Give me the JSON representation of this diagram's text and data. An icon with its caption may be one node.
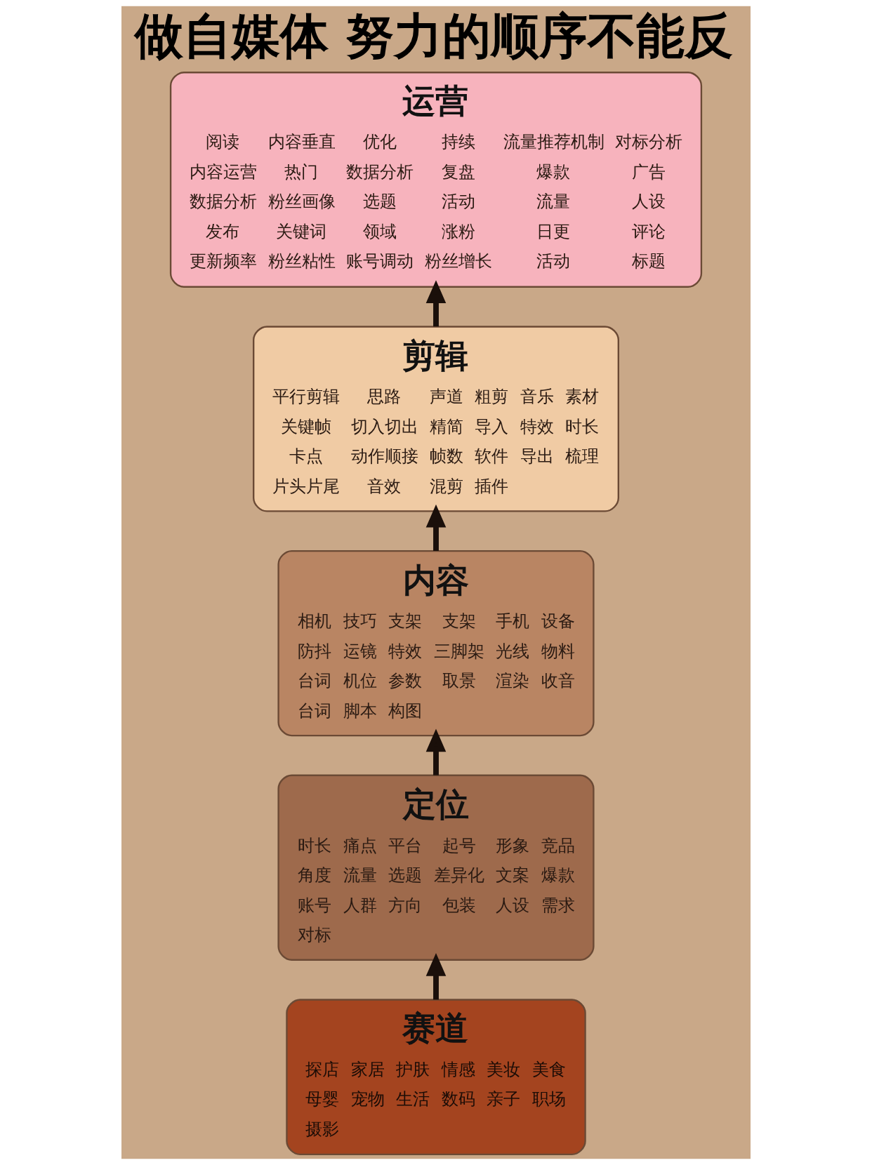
{
  "diagram": {
    "title": "做自媒体 努力的顺序不能反",
    "nodes": [
      {
        "text": [
          "运营",
          "阅读",
          "内容垂直",
          "优化",
          "持续",
          "流量推荐机制",
          "对标分析",
          "内容运营",
          "热门",
          "数据分析",
          "复盘",
          "爆款",
          "广告",
          "数据分析",
          "粉丝画像",
          "选题",
          "活动",
          "流量",
          "人设",
          "发布",
          "关键词",
          "领域",
          "涨粉",
          "日更",
          "评论",
          "更新频率",
          "粉丝粘性",
          "账号调动",
          "粉丝增长",
          "活动",
          "标题"
        ]
      },
      {
        "text": [
          "剪辑",
          "平行剪辑",
          "思路",
          "声道",
          "粗剪",
          "音乐",
          "素材",
          "关键帧",
          "切入切出",
          "精简",
          "导入",
          "特效",
          "时长",
          "卡点",
          "动作顺接",
          "帧数",
          "软件",
          "导出",
          "梳理",
          "片头片尾",
          "音效",
          "混剪",
          "插件"
        ]
      },
      {
        "text": [
          "内容",
          "相机",
          "技巧",
          "支架",
          "支架",
          "手机",
          "设备",
          "防抖",
          "运镜",
          "特效",
          "三脚架",
          "光线",
          "物料",
          "台词",
          "机位",
          "参数",
          "取景",
          "渲染",
          "收音",
          "台词",
          "脚本",
          "构图"
        ]
      },
      {
        "text": [
          "定位",
          "时长",
          "痛点",
          "平台",
          "起号",
          "形象",
          "竞品",
          "角度",
          "流量",
          "选题",
          "差异化",
          "文案",
          "爆款",
          "账号",
          "人群",
          "方向",
          "包装",
          "人设",
          "需求",
          "对标"
        ]
      },
      {
        "text": [
          "赛道",
          "探店",
          "家居",
          "护肤",
          "情感",
          "美妆",
          "美食",
          "母婴",
          "宠物",
          "生活",
          "数码",
          "亲子",
          "职场",
          "摄影"
        ]
      }
    ],
    "edges": [
      {
        "from": 4,
        "to": 3,
        "arrow": "to"
      },
      {
        "from": 3,
        "to": 2,
        "arrow": "to"
      },
      {
        "from": 2,
        "to": 1,
        "arrow": "to"
      },
      {
        "from": 1,
        "to": 0,
        "arrow": "to"
      }
    ]
  }
}
